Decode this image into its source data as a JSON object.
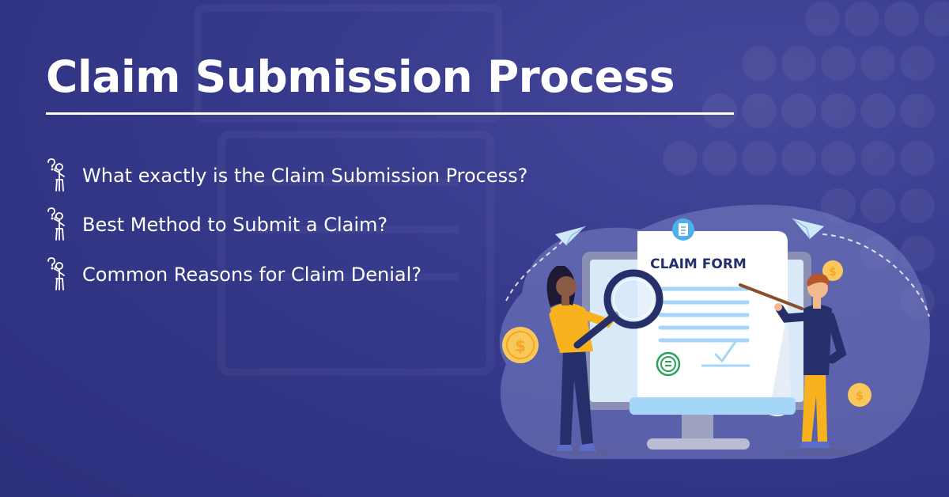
{
  "title": "Claim Submission Process",
  "questions": [
    {
      "text": "What exactly is the Claim Submission Process?",
      "icon": "thinking-person-icon"
    },
    {
      "text": "Best Method to Submit a Claim?",
      "icon": "thinking-person-icon"
    },
    {
      "text": "Common Reasons for Claim Denial?",
      "icon": "thinking-person-icon"
    }
  ],
  "illustration": {
    "form_title": "CLAIM FORM"
  },
  "colors": {
    "background": "#373a8b",
    "text": "#ffffff",
    "accent_yellow": "#f7b21e",
    "navy": "#25306a",
    "light_blue": "#9fd3f5"
  }
}
